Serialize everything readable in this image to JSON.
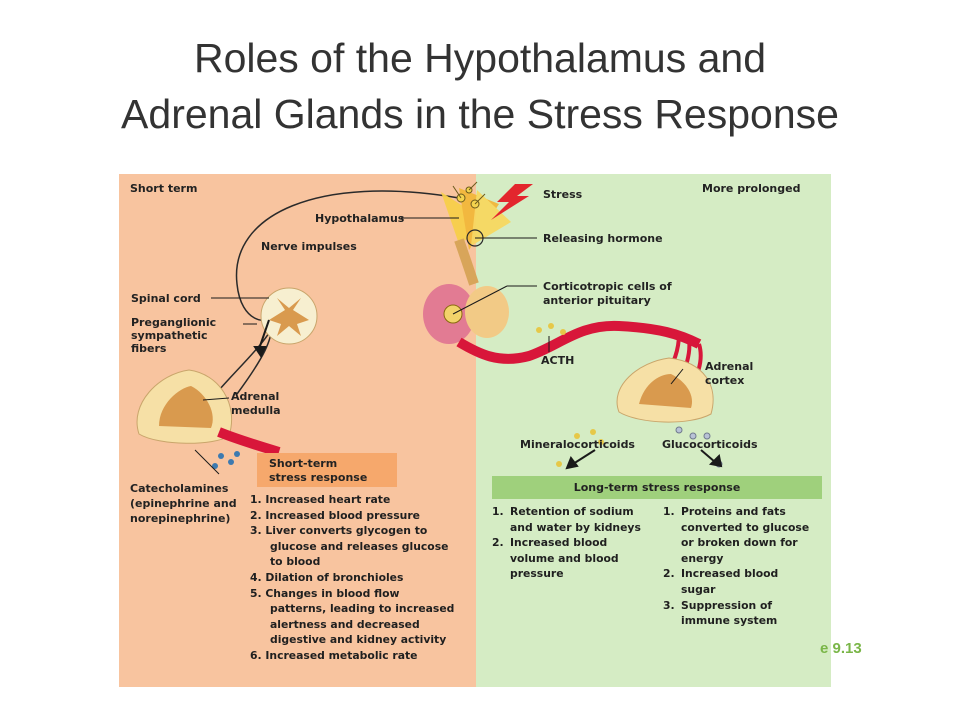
{
  "title": {
    "line1": "Roles of the Hypothalamus and",
    "line2": "Adrenal Glands in the Stress Response"
  },
  "figure_ref": "e 9.13",
  "panels": {
    "left_heading": "Short term",
    "right_heading": "More prolonged"
  },
  "labels": {
    "stress": "Stress",
    "hypothalamus": "Hypothalamus",
    "nerve_impulses": "Nerve impulses",
    "releasing_hormone": "Releasing hormone",
    "corticotropic_1": "Corticotropic cells of",
    "corticotropic_2": "anterior pituitary",
    "spinal_cord": "Spinal cord",
    "preganglionic_1": "Preganglionic",
    "preganglionic_2": "sympathetic",
    "preganglionic_3": "fibers",
    "acth": "ACTH",
    "adrenal_cortex_1": "Adrenal",
    "adrenal_cortex_2": "cortex",
    "adrenal_medulla_1": "Adrenal",
    "adrenal_medulla_2": "medulla",
    "mineralocorticoids": "Mineralocorticoids",
    "glucocorticoids": "Glucocorticoids",
    "catecholamines_1": "Catecholamines",
    "catecholamines_2": "(epinephrine and",
    "catecholamines_3": "norepinephrine)"
  },
  "short_term_box": {
    "line1": "Short-term",
    "line2": "stress response"
  },
  "long_term_band": "Long-term stress response",
  "short_term_list": [
    "1. Increased heart rate",
    "2. Increased blood pressure",
    "3. Liver converts glycogen to",
    "    glucose and releases glucose",
    "    to blood",
    "4. Dilation of bronchioles",
    "5. Changes in blood flow",
    "    patterns, leading to increased",
    "    alertness and decreased",
    "    digestive and kidney activity",
    "6. Increased metabolic rate"
  ],
  "mineralo_list": [
    {
      "num": "1.",
      "text": "Retention of sodium"
    },
    {
      "num": "",
      "text": "and water by kidneys"
    },
    {
      "num": "2.",
      "text": "Increased blood"
    },
    {
      "num": "",
      "text": "volume and blood"
    },
    {
      "num": "",
      "text": "pressure"
    }
  ],
  "gluco_list": [
    {
      "num": "1.",
      "text": "Proteins and fats"
    },
    {
      "num": "",
      "text": "converted to glucose"
    },
    {
      "num": "",
      "text": "or broken down for"
    },
    {
      "num": "",
      "text": "energy"
    },
    {
      "num": "2.",
      "text": "Increased blood"
    },
    {
      "num": "",
      "text": "sugar"
    },
    {
      "num": "3.",
      "text": "Suppression of"
    },
    {
      "num": "",
      "text": "immune system"
    }
  ],
  "colors": {
    "left_panel": "#f8c49f",
    "right_panel": "#d5ecc4",
    "band": "#9fd07c",
    "short_box": "#f6a86c",
    "vessel": "#d8163a",
    "gland": "#d99a4e",
    "figure_ref": "#7ab648"
  },
  "icons": [
    "neuron-icon",
    "stress-bolt-icon",
    "spinal-cord-icon",
    "pituitary-icon",
    "adrenal-gland-icon",
    "blood-vessel-icon",
    "hormone-dot-icon",
    "arrow-icon"
  ]
}
